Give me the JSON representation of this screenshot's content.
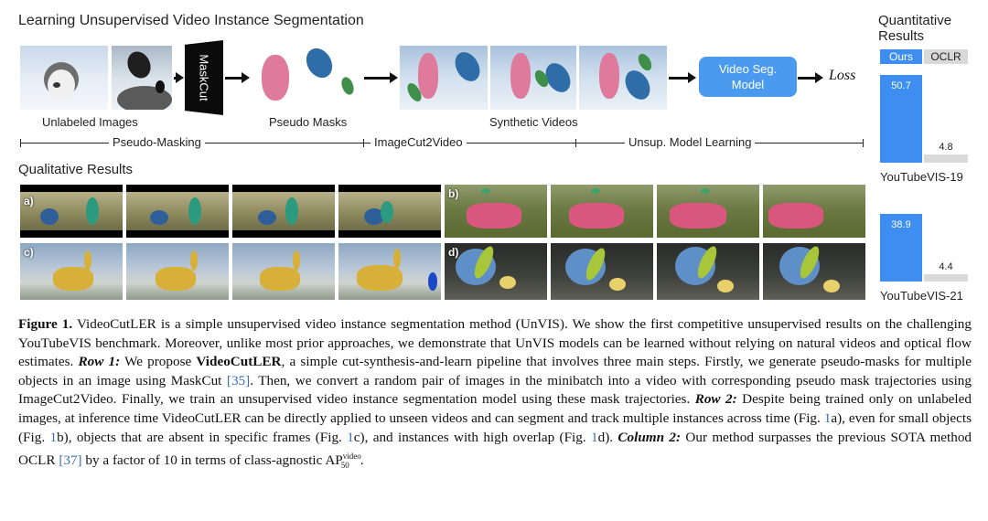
{
  "row1": {
    "title": "Learning Unsupervised Video Instance Segmentation",
    "unlabeled_label": "Unlabeled Images",
    "maskcut_label": "MaskCut",
    "pseudo_masks_label": "Pseudo Masks",
    "synthetic_label": "Synthetic Videos",
    "model_label_1": "Video Seg.",
    "model_label_2": "Model",
    "loss_label": "Loss",
    "stages": [
      "Pseudo-Masking",
      "ImageCut2Video",
      "Unsup. Model Learning"
    ]
  },
  "qualitative": {
    "title": "Qualitative Results",
    "labels": [
      "a)",
      "b)",
      "c)",
      "d)"
    ]
  },
  "quantitative": {
    "title_1": "Quantitative",
    "title_2": "Results",
    "legend": [
      "Ours",
      "OCLR"
    ],
    "colors": {
      "ours": "#3d8ef0",
      "oclr": "#d9d9d9"
    },
    "chart_data": [
      {
        "type": "bar",
        "title": "YouTubeVIS-19",
        "series": [
          {
            "name": "Ours",
            "values": [
              50.7
            ]
          },
          {
            "name": "OCLR",
            "values": [
              4.8
            ]
          }
        ]
      },
      {
        "type": "bar",
        "title": "YouTubeVIS-21",
        "series": [
          {
            "name": "Ours",
            "values": [
              38.9
            ]
          },
          {
            "name": "OCLR",
            "values": [
              4.4
            ]
          }
        ]
      }
    ],
    "labels": {
      "ours_19": "50.7",
      "oclr_19": "4.8",
      "ours_21": "38.9",
      "oclr_21": "4.4",
      "ds_19": "YouTubeVIS-19",
      "ds_21": "YouTubeVIS-21"
    }
  },
  "caption": {
    "fig": "Figure 1.",
    "t1": " VideoCutLER is a simple unsupervised video instance segmentation method (UnVIS). We show the first competitive unsupervised results on the challenging YouTubeVIS benchmark. Moreover, unlike most prior approaches, we demonstrate that UnVIS models can be learned without relying on natural videos and optical flow estimates. ",
    "row1": "Row 1:",
    "t2": " We propose ",
    "name": "VideoCutLER",
    "t3": ", a simple cut-synthesis-and-learn pipeline that involves three main steps. Firstly, we generate pseudo-masks for multiple objects in an image using MaskCut ",
    "c35": "[35]",
    "t4": ". Then, we convert a random pair of images in the minibatch into a video with corresponding pseudo mask trajectories using ImageCut2Video. Finally, we train an unsupervised video instance segmentation model using these mask trajectories. ",
    "row2": "Row 2:",
    "t5": " Despite being trained only on unlabeled images, at inference time VideoCutLER can be directly applied to unseen videos and can segment and track multiple instances across time (Fig. ",
    "f1a": "1",
    "t6": "a), even for small objects (Fig. ",
    "f1b": "1",
    "t7": "b), objects that are absent in specific frames (Fig. ",
    "f1c": "1",
    "t8": "c), and instances with high overlap (Fig. ",
    "f1d": "1",
    "t9": "d). ",
    "col2": "Column 2:",
    "t10": " Our method surpasses the previous SOTA method OCLR ",
    "c37": "[37]",
    "t11": " by a factor of 10 in terms of class-agnostic AP",
    "sup": "video",
    "sub": "50",
    "t12": "."
  }
}
